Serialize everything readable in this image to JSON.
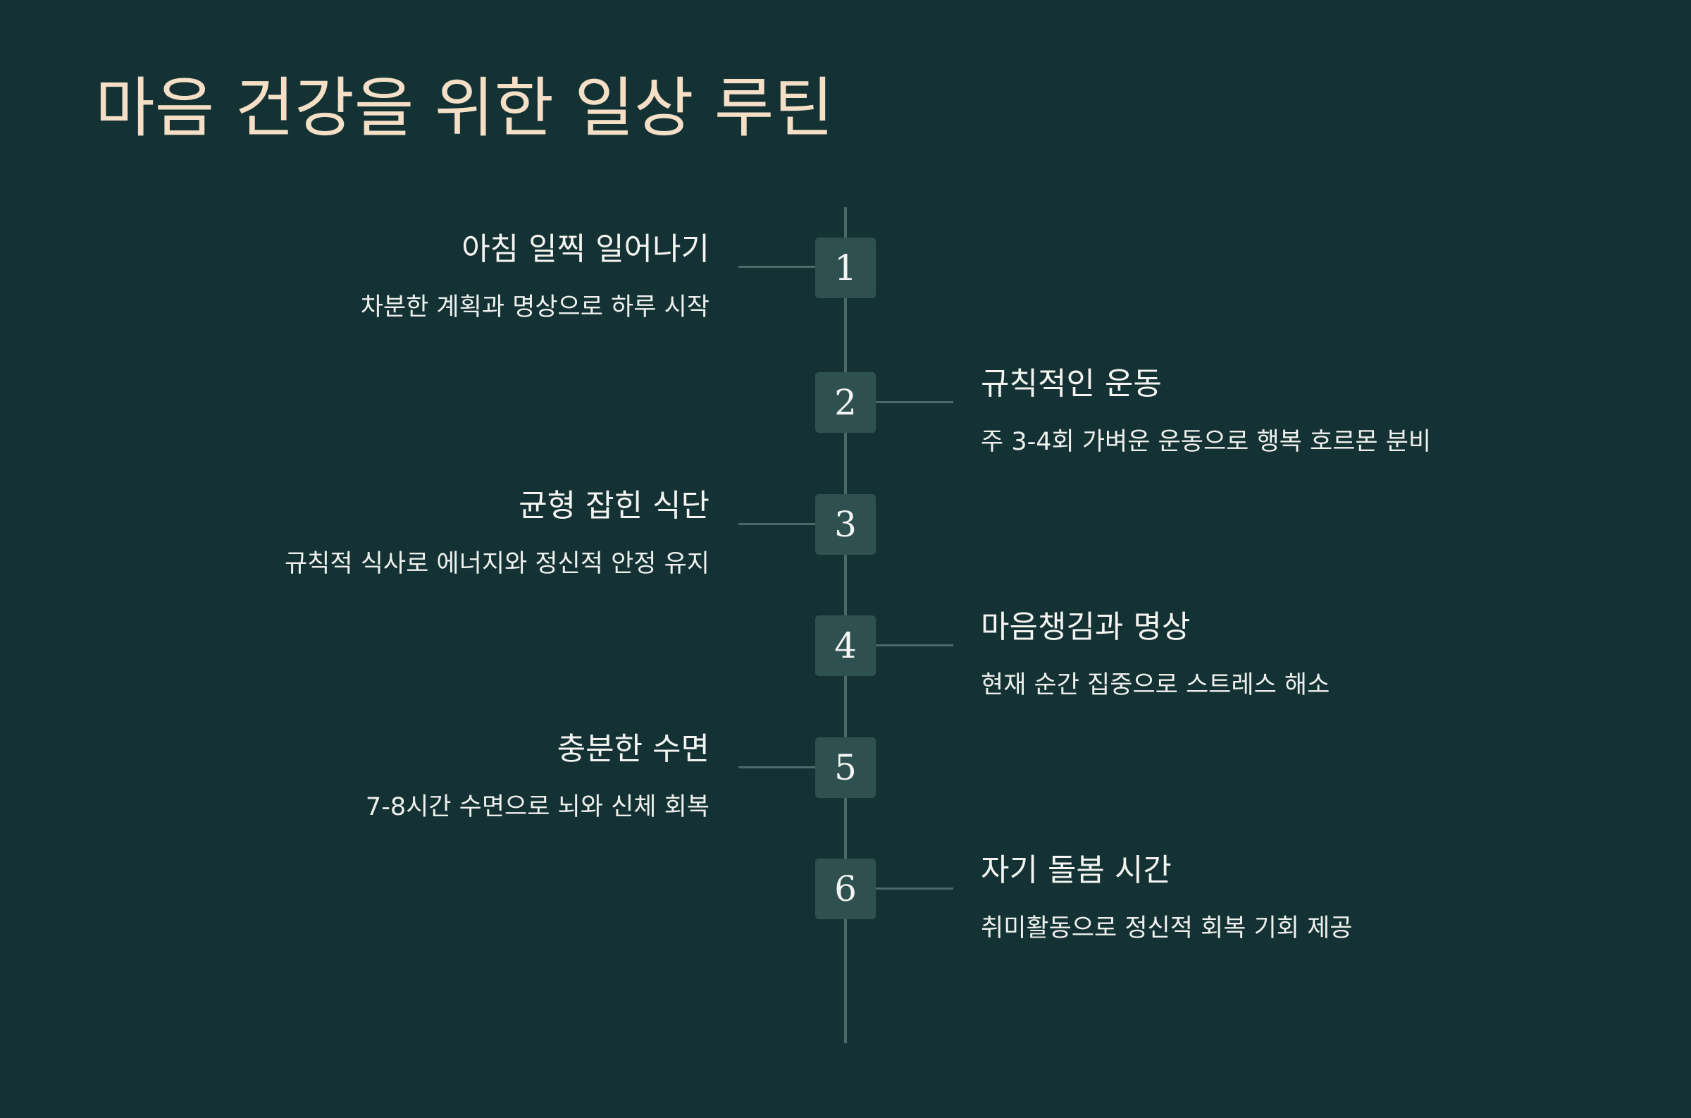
{
  "title": "마음 건강을 위한 일상 루틴",
  "colors": {
    "background": "#143233",
    "title": "#f6dfc7",
    "text": "#f4f4f2",
    "box": "#2e504f",
    "line": "#4b6968"
  },
  "steps": [
    {
      "number": "1",
      "title": "아침 일찍 일어나기",
      "description": "차분한 계획과 명상으로 하루 시작",
      "side": "left"
    },
    {
      "number": "2",
      "title": "규칙적인 운동",
      "description": "주 3-4회 가벼운 운동으로 행복 호르몬 분비",
      "side": "right"
    },
    {
      "number": "3",
      "title": "균형 잡힌 식단",
      "description": "규칙적 식사로 에너지와 정신적 안정 유지",
      "side": "left"
    },
    {
      "number": "4",
      "title": "마음챙김과 명상",
      "description": "현재 순간 집중으로 스트레스 해소",
      "side": "right"
    },
    {
      "number": "5",
      "title": "충분한 수면",
      "description": "7-8시간 수면으로 뇌와 신체 회복",
      "side": "left"
    },
    {
      "number": "6",
      "title": "자기 돌봄 시간",
      "description": "취미활동으로 정신적 회복 기회 제공",
      "side": "right"
    }
  ]
}
